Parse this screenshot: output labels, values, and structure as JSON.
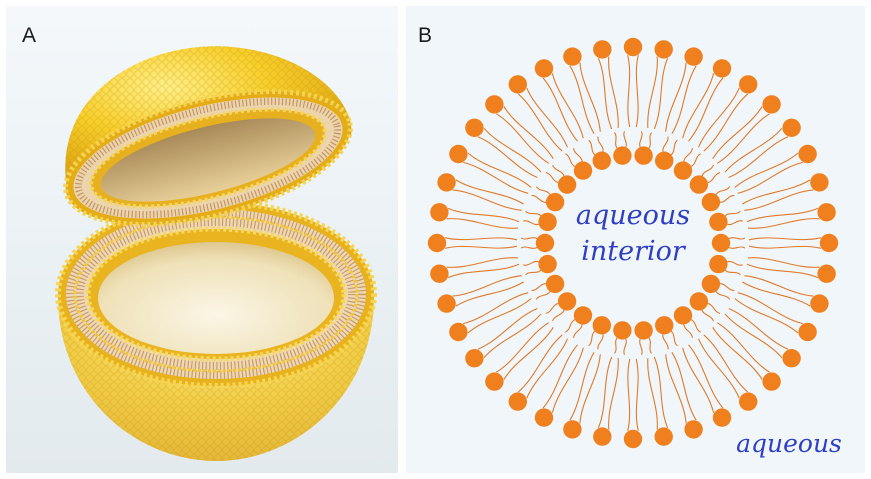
{
  "panels": {
    "a": {
      "letter": "A"
    },
    "b": {
      "letter": "B",
      "interior_line1": "aqueous",
      "interior_line2": "interior",
      "exterior_label": "aqueous"
    }
  },
  "colors": {
    "head_orange": "#f0801e",
    "tail_orange": "#e07a2a",
    "label_blue": "#2f3fc4",
    "shell_yellow": "#f2c020",
    "panel_b_bg": "#f1f6fa"
  }
}
